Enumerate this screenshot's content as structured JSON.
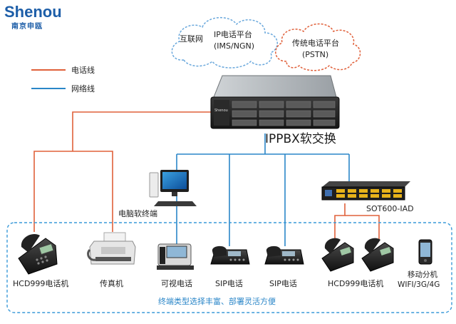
{
  "brand": {
    "name": "Shenou",
    "subname": "南京申瓯"
  },
  "legend": {
    "phone_line": "电话线",
    "network_line": "网络线"
  },
  "colors": {
    "phone_line": "#e0603a",
    "network_line": "#2a86c8",
    "boundary": "#3a9ad9",
    "brand": "#1d5ea8"
  },
  "clouds": {
    "ip": {
      "line1": "IP电话平台",
      "line2": "(IMS/NGN)",
      "side": "互联网"
    },
    "pstn": {
      "line1": "传统电话平台",
      "line2": "(PSTN)"
    }
  },
  "server": {
    "label": "IPPBX软交换",
    "badge": "Shenou"
  },
  "pc": {
    "label": "电脑软终端"
  },
  "gateway": {
    "label": "SOT600-IAD"
  },
  "terminals": [
    {
      "id": "hcd999-left",
      "label": "HCD999电话机"
    },
    {
      "id": "fax",
      "label": "传真机"
    },
    {
      "id": "video-phone",
      "label": "可视电话"
    },
    {
      "id": "sip-1",
      "label": "SIP电话"
    },
    {
      "id": "sip-2",
      "label": "SIP电话"
    },
    {
      "id": "hcd999-right",
      "label": "HCD999电话机"
    },
    {
      "id": "mobile",
      "label": "移动分机",
      "label2": "WIFI/3G/4G"
    }
  ],
  "footer": {
    "caption": "终端类型选择丰富、部署灵活方便"
  }
}
